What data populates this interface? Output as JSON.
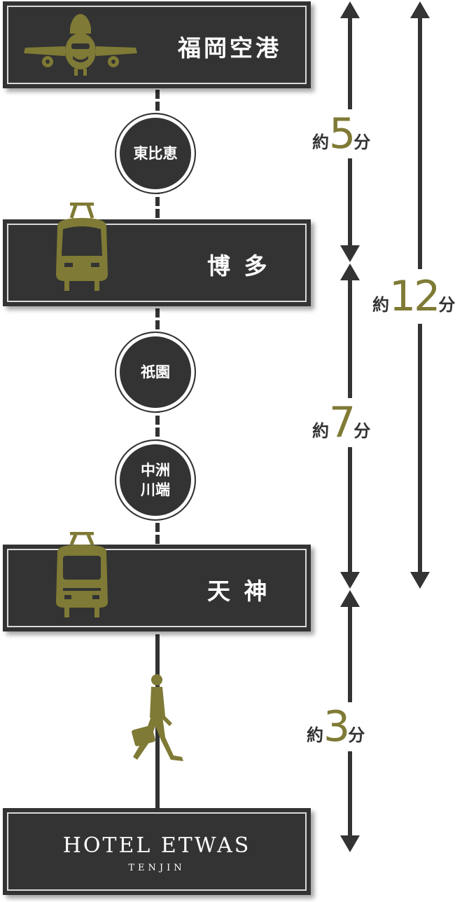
{
  "stations": {
    "airport": "福岡空港",
    "higashihie": "東比恵",
    "hakata": "博 多",
    "gion": "祇園",
    "nakasu_line1": "中洲",
    "nakasu_line2": "川端",
    "tenjin": "天 神"
  },
  "hotel": {
    "name": "HOTEL ETWAS",
    "sub": "TENJIN"
  },
  "durations": [
    {
      "prefix": "約",
      "value": "5",
      "suffix": "分"
    },
    {
      "prefix": "約",
      "value": "12",
      "suffix": "分"
    },
    {
      "prefix": "約",
      "value": "7",
      "suffix": "分"
    },
    {
      "prefix": "約",
      "value": "3",
      "suffix": "分"
    }
  ],
  "colors": {
    "box": "#333333",
    "accent": "#7f7a35",
    "line": "#333333"
  }
}
